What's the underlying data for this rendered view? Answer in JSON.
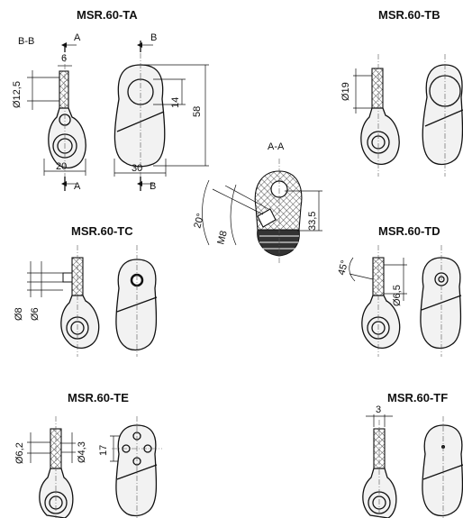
{
  "views": {
    "ta": {
      "title": "MSR.60-TA",
      "section_bb": "B-B",
      "cut_a_top": "A",
      "cut_a_bottom": "A",
      "cut_b_top": "B",
      "cut_b_bottom": "B",
      "dim_6": "6",
      "dim_d12_5": "Ø12,5",
      "dim_20": "20",
      "dim_30": "30",
      "dim_14": "14",
      "dim_58": "58"
    },
    "tb": {
      "title": "MSR.60-TB",
      "dim_d19": "Ø19"
    },
    "aa": {
      "section_aa": "A-A",
      "dim_20deg": "20°",
      "dim_m8": "M8",
      "dim_33_5": "33,5"
    },
    "tc": {
      "title": "MSR.60-TC",
      "dim_d8": "Ø8",
      "dim_d6": "Ø6"
    },
    "td": {
      "title": "MSR.60-TD",
      "dim_45deg": "45°",
      "dim_d6_5": "Ø6,5"
    },
    "te": {
      "title": "MSR.60-TE",
      "dim_d6_2": "Ø6,2",
      "dim_d4_3": "Ø4,3",
      "dim_17": "17"
    },
    "tf": {
      "title": "MSR.60-TF",
      "dim_3": "3"
    }
  }
}
